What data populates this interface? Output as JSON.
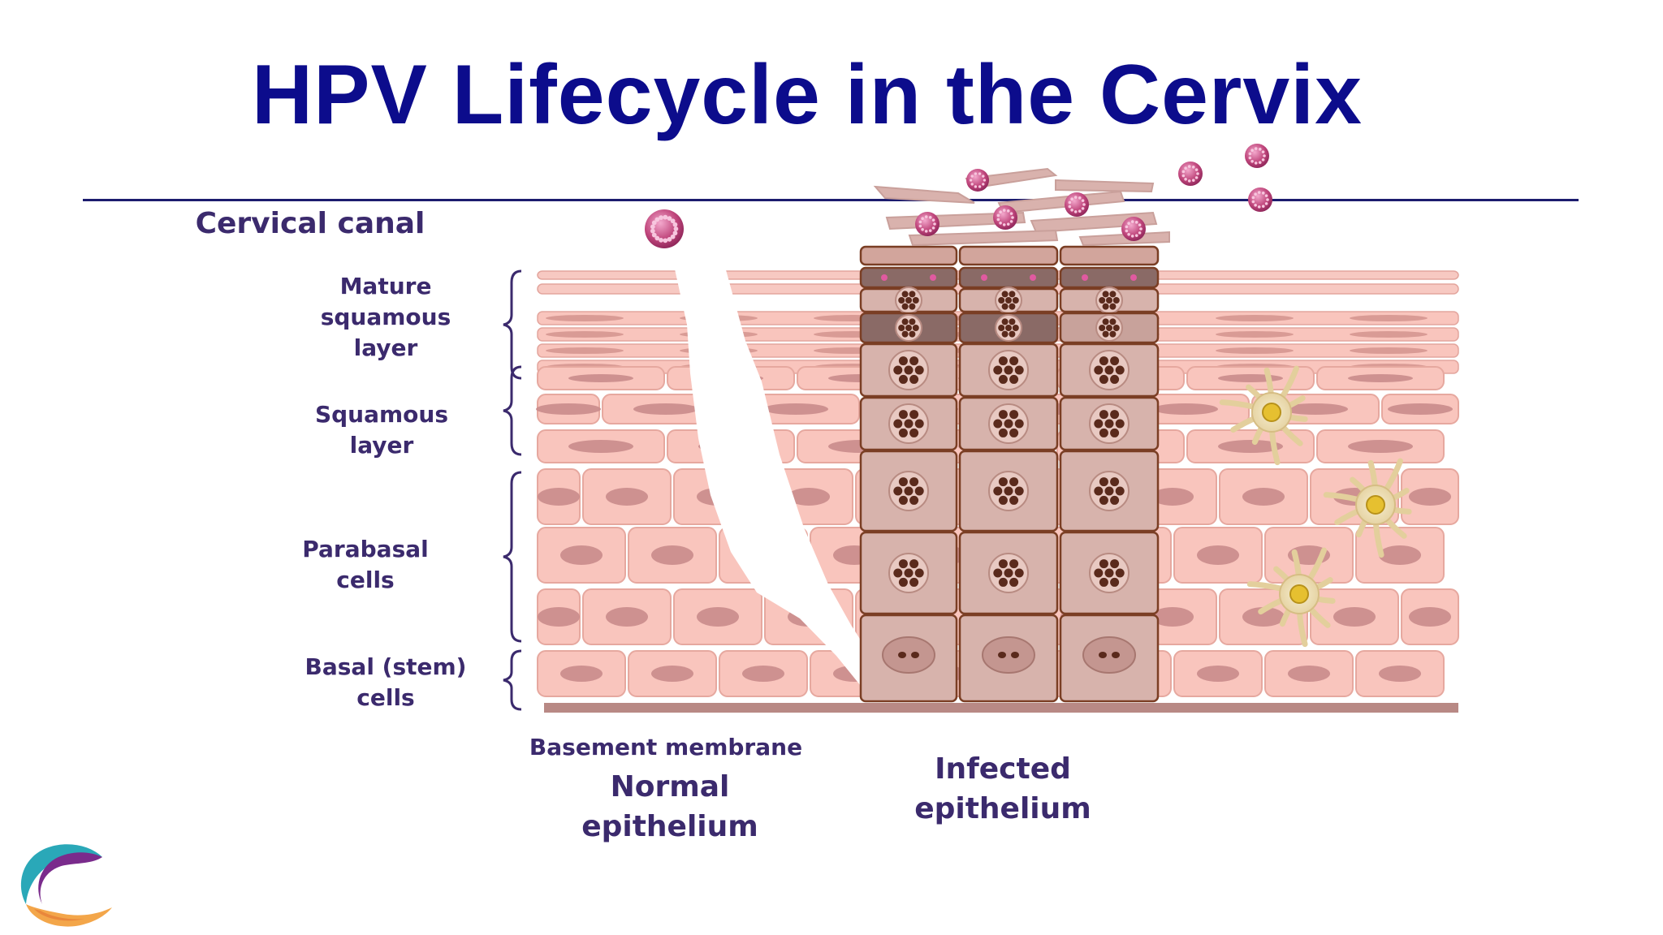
{
  "title": "HPV Lifecycle in the Cervix",
  "labels": {
    "cervical_canal": "Cervical canal",
    "mature_squamous": [
      "Mature",
      "squamous",
      "layer"
    ],
    "squamous": [
      "Squamous",
      "layer"
    ],
    "parabasal": [
      "Parabasal",
      "cells"
    ],
    "basal": [
      "Basal (stem)",
      "cells"
    ],
    "basement_membrane": "Basement membrane",
    "normal_epithelium": [
      "Normal",
      "epithelium"
    ],
    "infected_epithelium": [
      "Infected",
      "epithelium"
    ]
  },
  "colors": {
    "title": "#0c0c8c",
    "label": "#3b2a6d",
    "normal_cell": "#f9c5bd",
    "normal_nucleus": "#c98b8b",
    "infected_cell": "#d7b3ac",
    "infected_border": "#7a3e24",
    "virus": "#c0467c",
    "membrane": "#b88985",
    "dendritic_cell": "#ecdcb4"
  },
  "icons": {
    "virus": "hpv-virion-icon",
    "immune": "langerhans-cell-icon",
    "logo": "c-logo-icon"
  }
}
